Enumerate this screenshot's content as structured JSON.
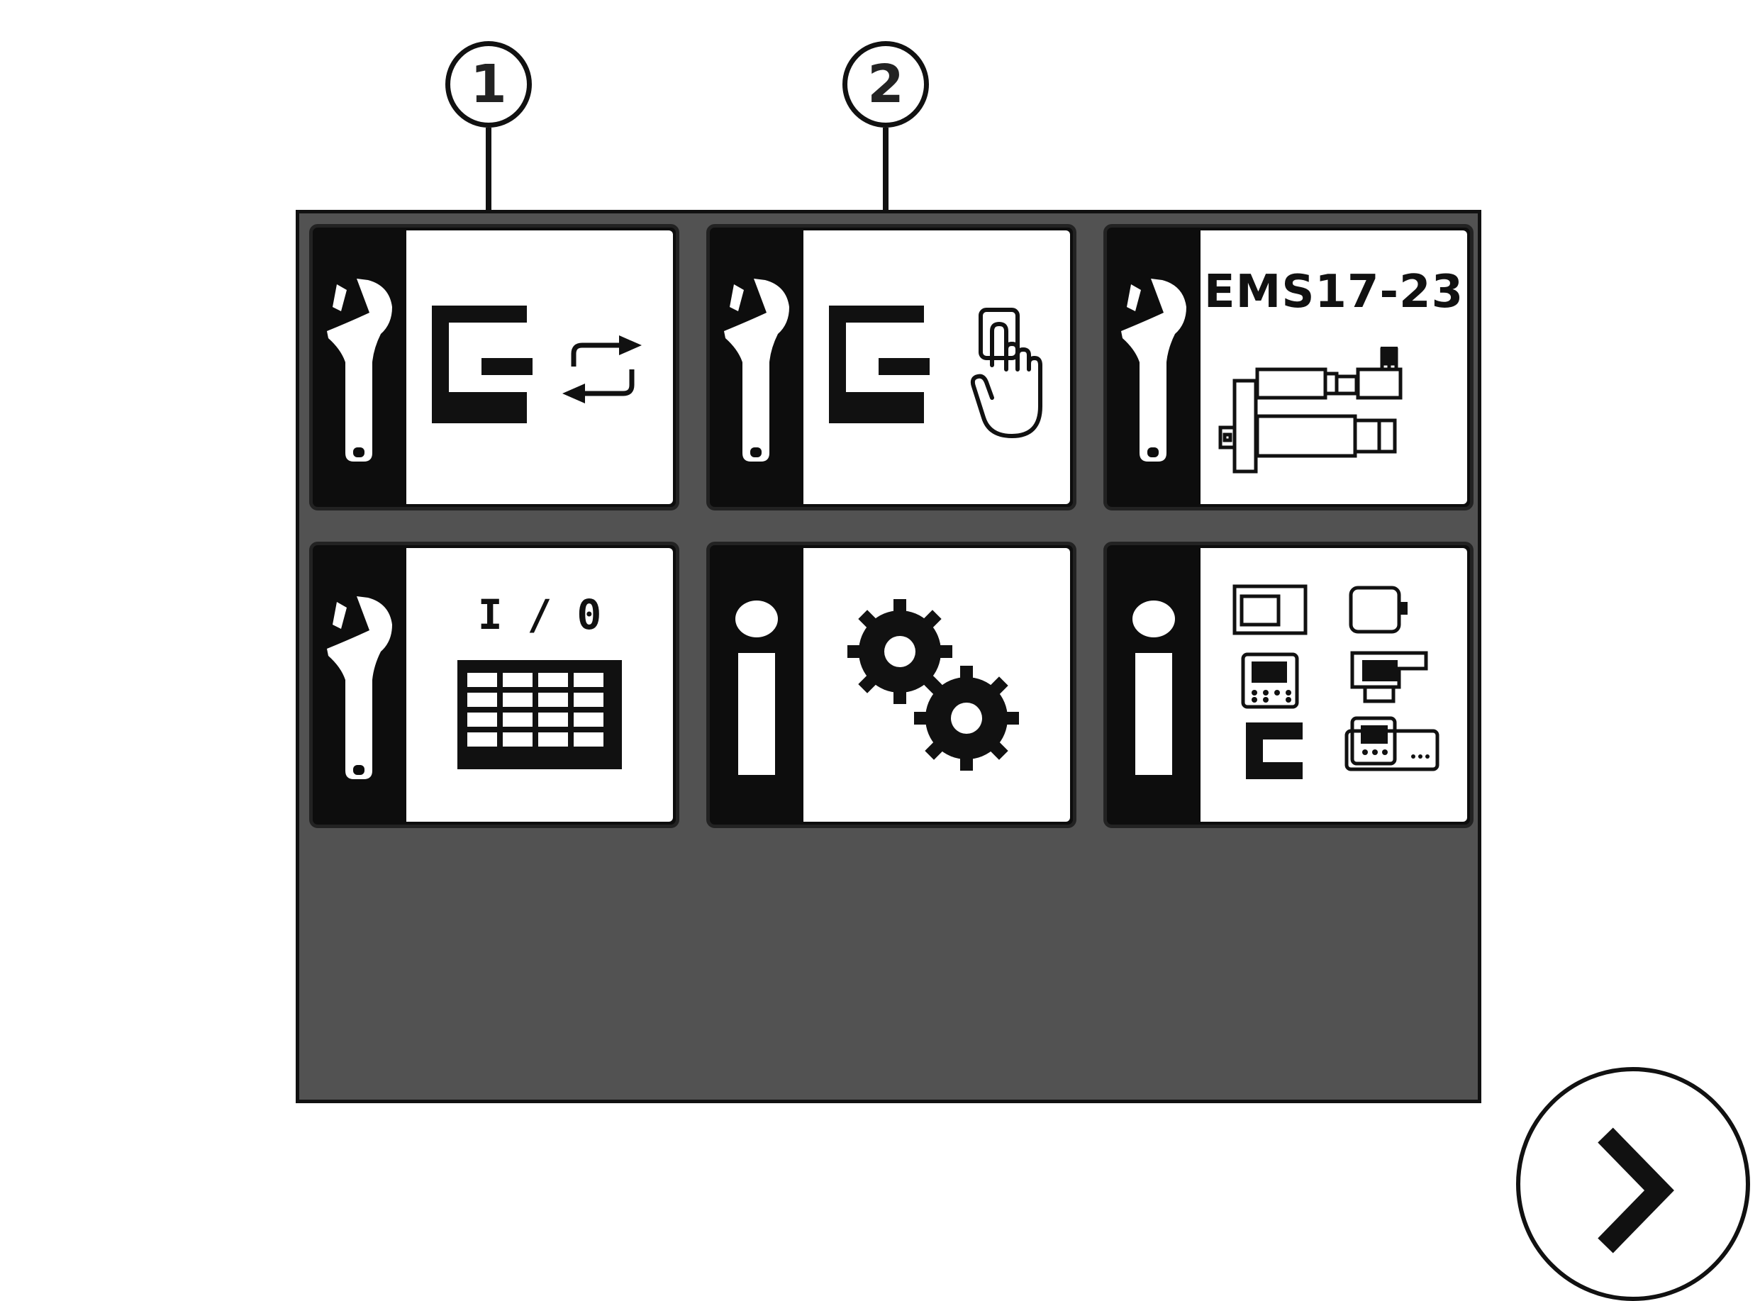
{
  "callouts": [
    {
      "label": "1",
      "target": "machine-data-exchange-tile"
    },
    {
      "label": "2",
      "target": "manual-operation-tile"
    }
  ],
  "tiles": [
    {
      "name": "machine-data-exchange-tile",
      "category": "service",
      "category_icon": "wrench-icon",
      "icon": "machine-exchange-icon"
    },
    {
      "name": "manual-operation-tile",
      "category": "service",
      "category_icon": "wrench-icon",
      "icon": "touch-hand-icon"
    },
    {
      "name": "ems-tile",
      "category": "service",
      "category_icon": "wrench-icon",
      "icon": "machine-assembly-icon",
      "label": "EMS17-23"
    },
    {
      "name": "io-tile",
      "category": "service",
      "category_icon": "wrench-icon",
      "icon": "io-table-icon",
      "label": "I / 0"
    },
    {
      "name": "settings-info-tile",
      "category": "info",
      "category_icon": "info-icon",
      "icon": "gears-icon"
    },
    {
      "name": "devices-info-tile",
      "category": "info",
      "category_icon": "info-icon",
      "icon": "devices-icon"
    }
  ],
  "navigation": {
    "next_icon": "chevron-right-icon"
  },
  "colors": {
    "panel": "#525252",
    "tile_strip": "#0d0d0d",
    "tile_face": "#ffffff",
    "ink": "#111111"
  }
}
